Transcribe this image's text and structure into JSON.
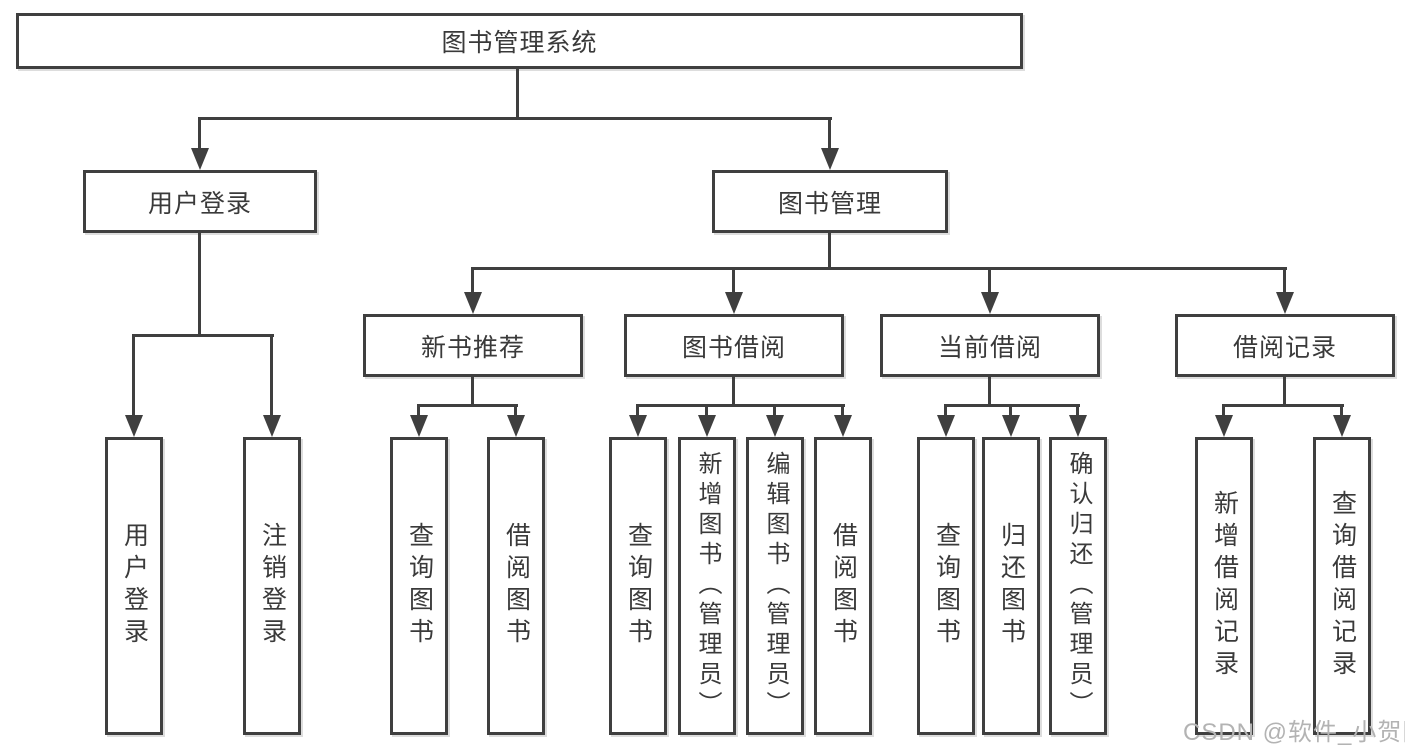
{
  "tree": {
    "root": "图书管理系统",
    "branches": [
      {
        "label": "用户登录",
        "children": [
          "用户登录",
          "注销登录"
        ]
      },
      {
        "label": "图书管理",
        "modules": [
          {
            "label": "新书推荐",
            "children": [
              "查询图书",
              "借阅图书"
            ]
          },
          {
            "label": "图书借阅",
            "children": [
              "查询图书",
              "新增图书（管理员）",
              "编辑图书（管理员）",
              "借阅图书"
            ]
          },
          {
            "label": "当前借阅",
            "children": [
              "查询图书",
              "归还图书",
              "确认归还（管理员）"
            ]
          },
          {
            "label": "借阅记录",
            "children": [
              "新增借阅记录",
              "查询借阅记录"
            ]
          }
        ]
      }
    ]
  },
  "watermark": "CSDN @软件_小贺同学",
  "colors": {
    "line": "#3f3f3f",
    "text": "#3a3a3a",
    "watermark": "#b3b3b3",
    "bg": "#ffffff"
  }
}
